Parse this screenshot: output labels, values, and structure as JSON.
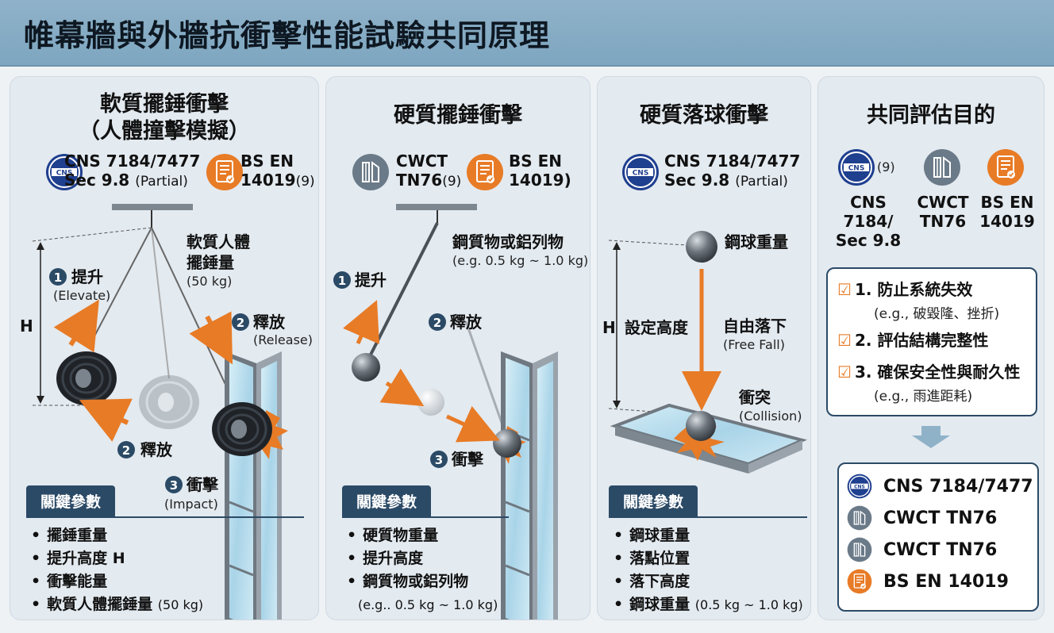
{
  "title": "帷幕牆與外牆抗衝擊性能試驗共同原理",
  "panel1": {
    "title1": "軟質擺錘衝擊",
    "title2": "（人體撞擊模擬）",
    "std1_line1": "CNS 7184/7477",
    "std1_line2": "Sec 9.8",
    "std1_partial": "(Partial)",
    "std2_line1": "BS EN",
    "std2_line2": "14019",
    "std2_suffix": "(9)",
    "step1_num": "1",
    "step1": "提升",
    "step1_en": "(Elevate)",
    "height_label": "H",
    "mass_label_1": "軟質人體",
    "mass_label_2": "擺錘量",
    "mass_value": "(50 kg)",
    "step2a_num": "2",
    "step2a": "釋放",
    "step2a_en": "(Release)",
    "step2b_num": "2",
    "step2b": "釋放",
    "step3_num": "3",
    "step3": "衝擊",
    "step3_en": "(Impact)",
    "key_title": "關鍵參數",
    "key_items": [
      "擺錘重量",
      "提升高度 H",
      "衝擊能量",
      "軟質人體擺錘量"
    ],
    "key_item4_suffix": "(50 kg)"
  },
  "panel2": {
    "title": "硬質擺錘衝擊",
    "std1_line1": "CWCT",
    "std1_line2": "TN76",
    "std1_suffix": "(9)",
    "std2_line1": "BS EN",
    "std2_line2": "14019)",
    "material_1": "鋼質物或鋁列物",
    "material_2": "(e.g. 0.5 kg ~ 1.0 kg)",
    "step1_num": "1",
    "step1": "提升",
    "step2_num": "2",
    "step2": "釋放",
    "step3_num": "3",
    "step3": "衝擊",
    "key_title": "關鍵參數",
    "key_items": [
      "硬質物重量",
      "提升高度",
      "鋼質物或鋁列物"
    ],
    "key_item3_sub": "(e.g.. 0.5 kg ~ 1.0 kg)"
  },
  "panel3": {
    "title": "硬質落球衝擊",
    "std1_line1": "CNS 7184/7477",
    "std1_line2": "Sec 9.8",
    "std1_partial": "(Partial)",
    "ball_label": "鋼球重量",
    "height_label": "H",
    "height_text": "設定高度",
    "fall_label": "自由落下",
    "fall_en": "(Free Fall)",
    "collision": "衝突",
    "collision_en": "(Collision)",
    "key_title": "關鍵參數",
    "key_items": [
      "鋼球重量",
      "落點位置",
      "落下高度",
      "鋼球重量"
    ],
    "key_item4_suffix": "(0.5 kg ~ 1.0 kg)"
  },
  "panel4": {
    "title": "共同評估目的",
    "badge1_suffix": "(9)",
    "std1_line1": "CNS 7184/",
    "std1_line2": "Sec 9.8",
    "std2_line1": "CWCT",
    "std2_line2": "TN76",
    "std3_line1": "BS EN",
    "std3_line2": "14019",
    "goals": [
      {
        "label": "1. 防止系統失效",
        "sub": "(e.g., 破毀隆、挫折)"
      },
      {
        "label": "2. 評估結構完整性",
        "sub": ""
      },
      {
        "label": "3. 確保安全性與耐久性",
        "sub": "(e.g., 雨進距耗)"
      }
    ],
    "standards": [
      "CNS 7184/7477",
      "CWCT TN76",
      "CWCT TN76",
      "BS EN 14019"
    ]
  },
  "icons": {
    "cns": "cns-logo-icon",
    "cwct": "cwct-facade-icon",
    "bsen": "document-check-icon"
  },
  "colors": {
    "accent_orange": "#e87b26",
    "navy": "#2b4a66",
    "title_bar": "#8fb2c9",
    "panel_bg": "#e3eaf0"
  }
}
